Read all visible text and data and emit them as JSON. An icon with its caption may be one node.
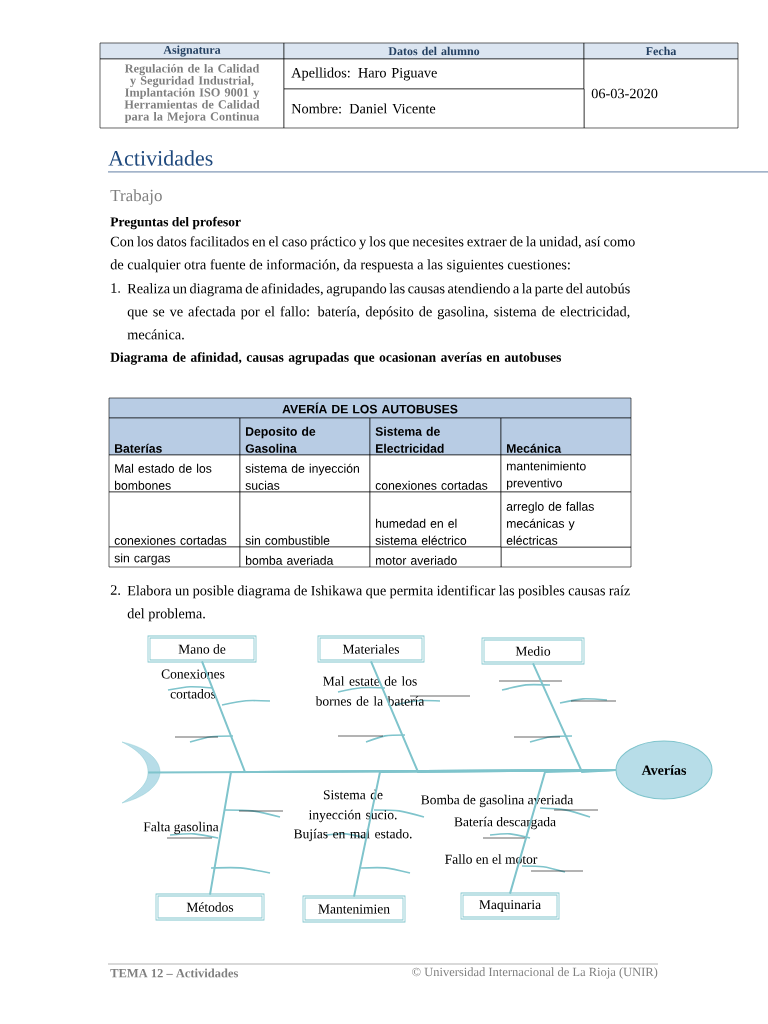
{
  "diagram": {
    "title": "Actividades",
    "nodes": [
      {
        "text": [
          "Mano de"
        ]
      },
      {
        "text": [
          "Materiales"
        ]
      },
      {
        "text": [
          "Medio"
        ]
      },
      {
        "text": [
          "Métodos"
        ]
      },
      {
        "text": [
          "Mantenimien"
        ]
      },
      {
        "text": [
          "Maquinaria"
        ]
      },
      {
        "text": [
          "Averías"
        ]
      },
      {
        "text": [],
        "shape": "tail"
      }
    ],
    "edges": [
      {
        "from": 0,
        "to": 6,
        "arrow": "none"
      },
      {
        "from": 1,
        "to": 6,
        "arrow": "none"
      },
      {
        "from": 2,
        "to": 6,
        "arrow": "none"
      },
      {
        "from": 3,
        "to": 6,
        "arrow": "none"
      },
      {
        "from": 4,
        "to": 6,
        "arrow": "none"
      },
      {
        "from": 5,
        "to": 6,
        "arrow": "none"
      },
      {
        "from": 7,
        "to": 6,
        "arrow": "none"
      }
    ],
    "labels": [
      "Asignatura",
      "Datos del alumno",
      "Fecha",
      "Regulación de la Calidad y Seguridad Industrial, Implantación ISO 9001 y Herramientas de Calidad para la Mejora Continua",
      "Apellidos: Haro Piguave",
      "06-03-2020",
      "Nombre: Daniel Vicente",
      "Trabajo",
      "Preguntas del profesor",
      "Con los datos facilitados en el caso práctico y los que necesites extraer de la unidad, así como de cualquier otra fuente de información, da respuesta a las siguientes cuestiones:",
      "1.",
      "Realiza un diagrama de afinidades, agrupando las causas atendiendo a la parte del autobús que se ve afectada por el fallo: batería, depósito de gasolina, sistema de electricidad, mecánica.",
      "Diagrama de afinidad, causas agrupadas que ocasionan averías en autobuses",
      "AVERÍA DE LOS AUTOBUSES",
      "Baterías",
      "Deposito de Gasolina",
      "Sistema de Electricidad",
      "Mecánica",
      "Mal estado de los bombones",
      "sistema de inyección sucias",
      "conexiones cortadas",
      "mantenimiento preventivo",
      "conexiones cortadas",
      "sin combustible",
      "humedad en el sistema eléctrico",
      "arreglo de fallas mecánicas y eléctricas",
      "sin cargas",
      "bomba averiada",
      "motor averiado",
      "2.",
      "Elabora un posible diagrama de Ishikawa que permita identificar las posibles causas raíz del problema.",
      "Conexiones cortados",
      "Mal estate de los bornes de la batería",
      "Sistema de inyección sucio.",
      "Bujías en mal estado.",
      "Falta gasolina",
      "Bomba de gasolina averiada",
      "Batería descargada",
      "Fallo en el motor",
      "TEMA 12 – Actividades",
      "© Universidad Internacional de La Rioja (UNIR)"
    ]
  }
}
